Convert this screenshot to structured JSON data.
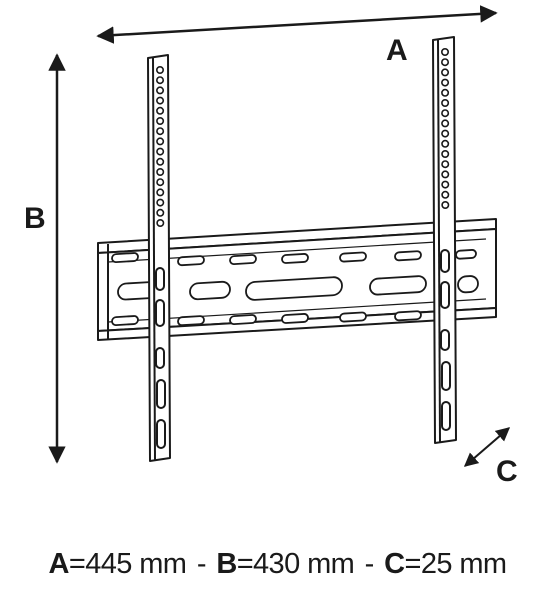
{
  "labels": {
    "a": "A",
    "b": "B",
    "c": "C"
  },
  "caption": [
    {
      "key": "A",
      "value": "=445 mm"
    },
    {
      "key": "B",
      "value": "=430 mm"
    },
    {
      "key": "C",
      "value": "=25 mm"
    }
  ],
  "separator": " - ",
  "colors": {
    "line": "#1a1a1a",
    "background": "#ffffff"
  }
}
